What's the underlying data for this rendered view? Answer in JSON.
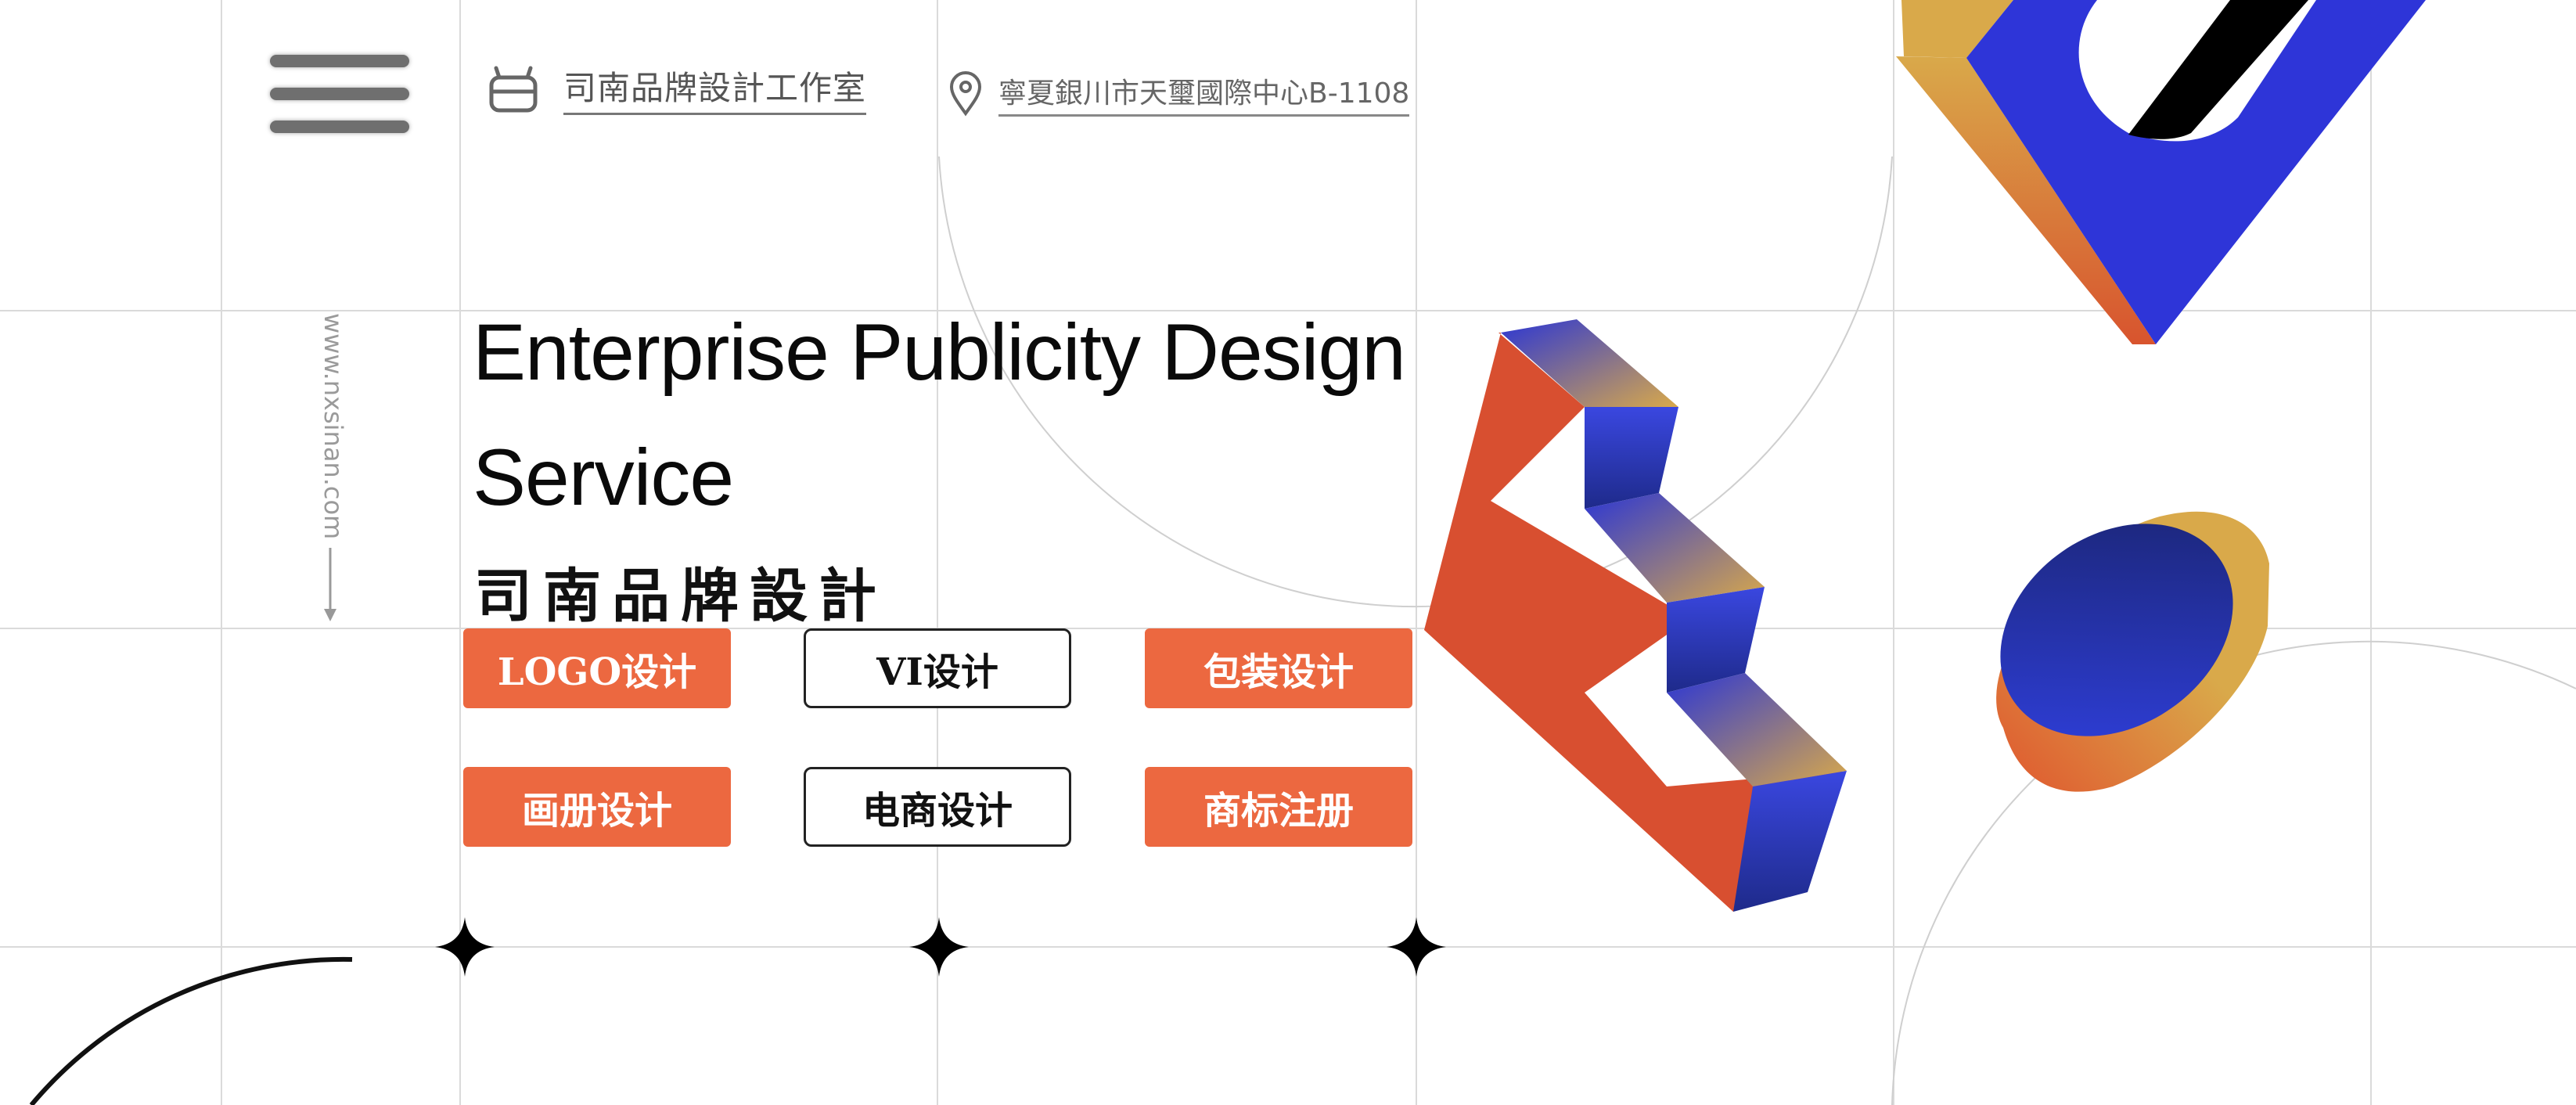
{
  "header": {
    "menu_icon": "hamburger-menu-icon",
    "studio_icon": "shopping-bag-icon",
    "studio_name": "司南品牌設計工作室",
    "location_icon": "map-pin-icon",
    "address": "寧夏銀川市天璽國際中心B-1108"
  },
  "sidebar": {
    "website": "www.nxsinan.com",
    "arrow_icon": "arrow-down-icon"
  },
  "hero": {
    "headline_line1": "Enterprise Publicity Design",
    "headline_line2": "Service",
    "subheadline": "司南品牌設計"
  },
  "services": [
    {
      "label": "LOGO设计",
      "style": "filled"
    },
    {
      "label": "VI设计",
      "style": "outline"
    },
    {
      "label": "包装设计",
      "style": "filled"
    },
    {
      "label": "画册设计",
      "style": "filled"
    },
    {
      "label": "电商设计",
      "style": "outline"
    },
    {
      "label": "商标注册",
      "style": "filled"
    }
  ],
  "decorations": {
    "sparkle_icon": "four-point-star-icon",
    "shape_1": "isometric-staircase-shape",
    "shape_2": "isometric-cylinder-shape",
    "shape_3": "isometric-v-shape"
  },
  "colors": {
    "accent_orange": "#ec6840",
    "shape_red": "#d84f30",
    "shape_blue": "#2b36d4",
    "shape_gold": "#d9a94a",
    "grid_line": "#d9d9d9",
    "text_dark": "#0a0a0a"
  }
}
